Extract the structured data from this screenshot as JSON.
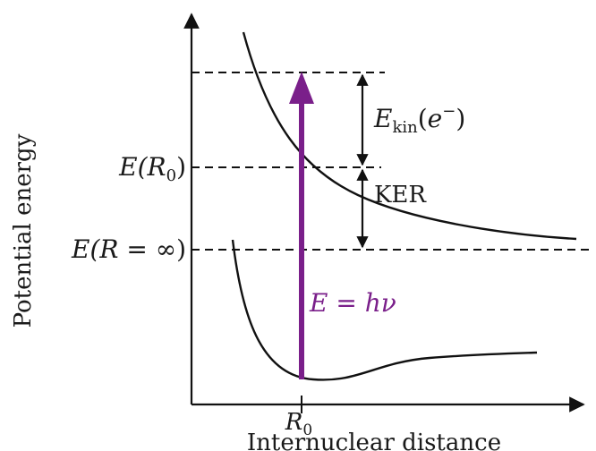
{
  "axes": {
    "y_label": "Potential energy",
    "x_label": "Internuclear distance"
  },
  "labels": {
    "e_r0": {
      "pre": "E(",
      "var": "R",
      "sub": "0",
      "post": ")"
    },
    "e_rinf": {
      "pre": "E(",
      "var": "R",
      "mid": " = ",
      "inf": "∞",
      "post": ")"
    },
    "r0_tick": {
      "var": "R",
      "sub": "0"
    },
    "ekin": {
      "var": "E",
      "sub": "kin",
      "open": "(",
      "evar": "e",
      "sup": "−",
      "close": ")"
    },
    "ker": "KER",
    "photon": {
      "e": "E",
      "eq": " = ",
      "h": "h",
      "nu": "ν"
    }
  },
  "colors": {
    "photon": "#7a1f8a",
    "lines": "#111111"
  }
}
